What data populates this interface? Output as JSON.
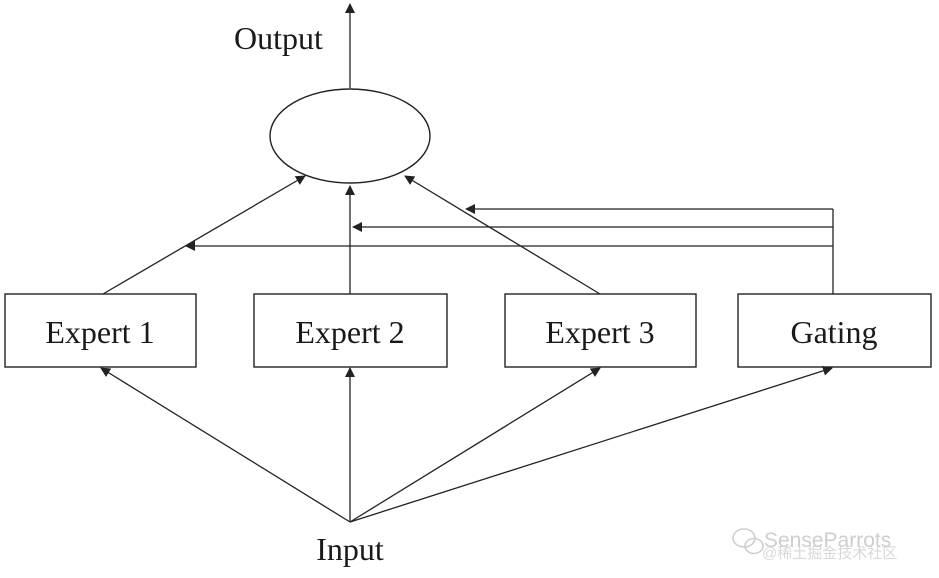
{
  "nodes": {
    "expert1": "Expert 1",
    "expert2": "Expert 2",
    "expert3": "Expert 3",
    "gating": "Gating"
  },
  "labels": {
    "output": "Output",
    "input": "Input"
  },
  "watermark": {
    "line1": "SenseParrots",
    "line2": "@稀土掘金技术社区"
  }
}
